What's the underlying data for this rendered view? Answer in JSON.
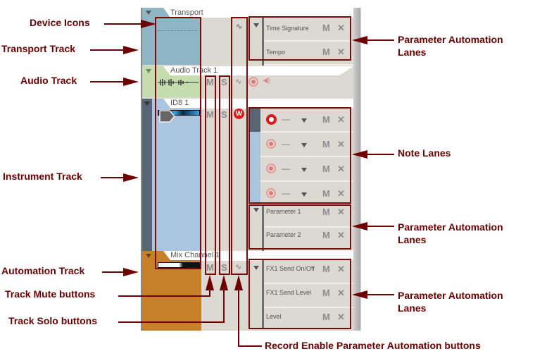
{
  "tracks": {
    "transport": {
      "name": "Transport",
      "color": "#8fb6c4",
      "lanes": [
        {
          "label": "Time Signature",
          "mute": "M",
          "close": "✕"
        },
        {
          "label": "Tempo",
          "mute": "M",
          "close": "✕"
        }
      ]
    },
    "audio": {
      "name": "Audio Track 1",
      "color": "#c4dcae",
      "mute": "M",
      "solo": "S"
    },
    "instrument": {
      "name": "ID8 1",
      "color": "#a9c5df",
      "mute": "M",
      "solo": "S",
      "note_lanes": [
        {
          "dash": "—",
          "mute": "M",
          "close": "✕",
          "active": true
        },
        {
          "dash": "—",
          "mute": "M",
          "close": "✕",
          "active": false
        },
        {
          "dash": "—",
          "mute": "M",
          "close": "✕",
          "active": false
        },
        {
          "dash": "—",
          "mute": "M",
          "close": "✕",
          "active": false
        }
      ],
      "param_lanes": [
        {
          "label": "Parameter 1",
          "mute": "M",
          "close": "✕"
        },
        {
          "label": "Parameter 2",
          "mute": "M",
          "close": "✕"
        }
      ]
    },
    "mix": {
      "name": "Mix Channel 1",
      "color": "#c8812b",
      "mute": "M",
      "solo": "S",
      "lanes": [
        {
          "label": "FX1 Send On/Off",
          "mute": "M",
          "close": "✕"
        },
        {
          "label": "FX1 Send Level",
          "mute": "M",
          "close": "✕"
        },
        {
          "label": "Level",
          "mute": "M",
          "close": "✕"
        }
      ]
    }
  },
  "annotations": {
    "device_icons": "Device Icons",
    "transport_track": "Transport Track",
    "audio_track": "Audio Track",
    "instrument_track": "Instrument Track",
    "automation_track": "Automation Track",
    "track_mute": "Track Mute buttons",
    "track_solo": "Track Solo buttons",
    "record_enable": "Record Enable Parameter Automation buttons",
    "param_lanes_1": [
      "Parameter Automation",
      "Lanes"
    ],
    "note_lanes": "Note Lanes",
    "param_lanes_2": [
      "Parameter Automation",
      "Lanes"
    ],
    "param_lanes_3": [
      "Parameter Automation",
      "Lanes"
    ]
  }
}
